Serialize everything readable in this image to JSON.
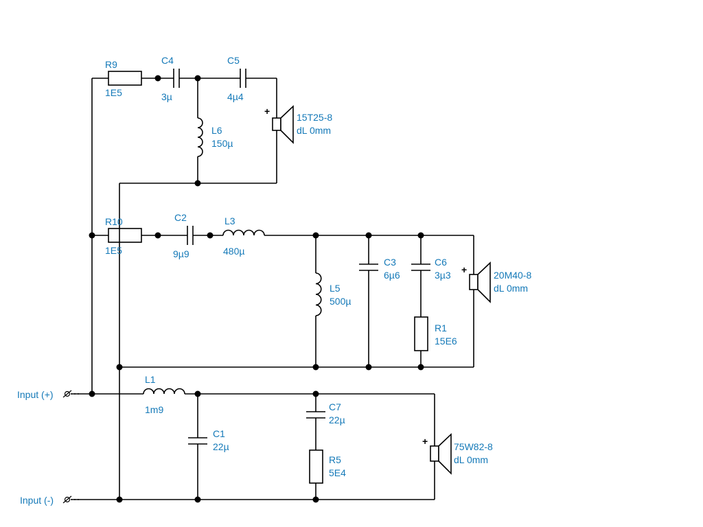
{
  "components": {
    "R9": {
      "name": "R9",
      "value": "1E5"
    },
    "C4": {
      "name": "C4",
      "value": "3µ"
    },
    "C5": {
      "name": "C5",
      "value": "4µ4"
    },
    "L6": {
      "name": "L6",
      "value": "150µ"
    },
    "R10": {
      "name": "R10",
      "value": "1E5"
    },
    "C2": {
      "name": "C2",
      "value": "9µ9"
    },
    "L3": {
      "name": "L3",
      "value": "480µ"
    },
    "L5": {
      "name": "L5",
      "value": "500µ"
    },
    "C3": {
      "name": "C3",
      "value": "6µ6"
    },
    "C6": {
      "name": "C6",
      "value": "3µ3"
    },
    "R1": {
      "name": "R1",
      "value": "15E6"
    },
    "L1": {
      "name": "L1",
      "value": "1m9"
    },
    "C1": {
      "name": "C1",
      "value": "22µ"
    },
    "C7": {
      "name": "C7",
      "value": "22µ"
    },
    "R5": {
      "name": "R5",
      "value": "5E4"
    }
  },
  "speakers": {
    "tweeter": {
      "model": "15T25-8",
      "delay": "dL 0mm",
      "polarity": "+"
    },
    "midrange": {
      "model": "20M40-8",
      "delay": "dL 0mm",
      "polarity": "+"
    },
    "woofer": {
      "model": "75W82-8",
      "delay": "dL 0mm",
      "polarity": "+"
    }
  },
  "inputs": {
    "positive": "Input (+)",
    "negative": "Input (-)"
  },
  "colors": {
    "label": "#1479b8",
    "wire": "#000000"
  }
}
